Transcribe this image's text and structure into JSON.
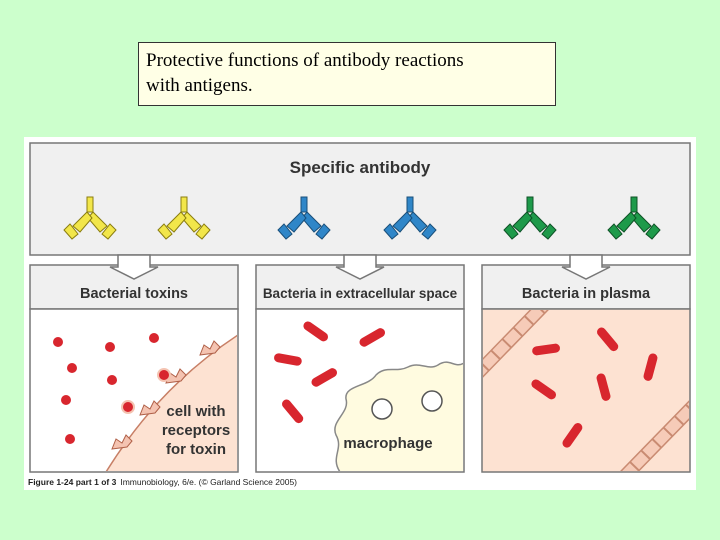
{
  "caption": {
    "line1": "Protective functions of antibody reactions",
    "line2": "with antigens."
  },
  "figure": {
    "top_banner": "Specific antibody",
    "panels": [
      {
        "title": "Bacterial toxins",
        "label_lines": [
          "cell with",
          "receptors",
          "for toxin"
        ]
      },
      {
        "title": "Bacteria in extracellular space",
        "label_lines": [
          "macrophage"
        ]
      },
      {
        "title": "Bacteria in plasma",
        "label_lines": []
      }
    ],
    "footer_bold": "Figure 1-24 part 1 of 3",
    "footer_rest": "Immunobiology, 6/e. (© Garland Science 2005)"
  },
  "colors": {
    "background": "#ccffcc",
    "antibody_yellow": "#f2e64a",
    "antibody_blue": "#2f86c8",
    "antibody_green": "#1e9a4a",
    "bacteria_red": "#d8262e",
    "cell_fill": "#fde2d2",
    "box_grey": "#f0f0f0"
  }
}
